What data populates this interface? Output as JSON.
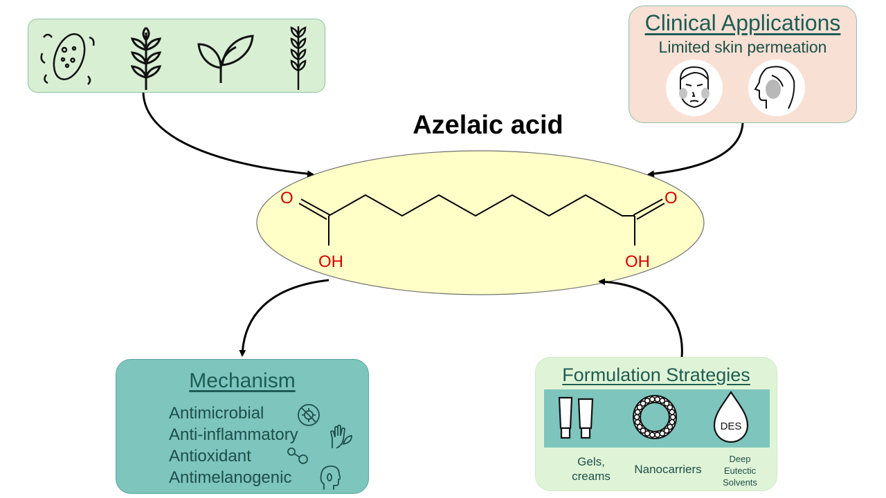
{
  "title": "Azelaic acid",
  "molecule": {
    "left_carbonyl": "O",
    "left_hydroxyl": "OH",
    "right_carbonyl": "O",
    "right_hydroxyl": "OH"
  },
  "sources": {
    "icons": [
      "bacteria-icon",
      "grain-icon",
      "leaves-icon",
      "wheat-icon"
    ]
  },
  "clinical": {
    "title": "Clinical Applications",
    "subtitle": "Limited skin permeation",
    "icons": [
      "face-front-icon",
      "face-profile-icon"
    ]
  },
  "mechanism": {
    "title": "Mechanism",
    "items": [
      "Antimicrobial",
      "Anti-inflammatory",
      "Antioxidant",
      "Antimelanogenic"
    ],
    "icons": [
      "antimicrobial-icon",
      "hand-leaf-icon",
      "molecule-icon",
      "head-profile-icon"
    ]
  },
  "formulation": {
    "title": "Formulation Strategies",
    "tile_color": "#7dc5bd",
    "des_badge": "DES",
    "labels": [
      "Gels,\ncreams",
      "Nanocarriers",
      "Deep\nEutectic\nSolvents"
    ]
  },
  "colors": {
    "accent_text": "#1e5c54",
    "oxygen_red": "#d60000",
    "ellipse_fill": "#ffffc8"
  }
}
